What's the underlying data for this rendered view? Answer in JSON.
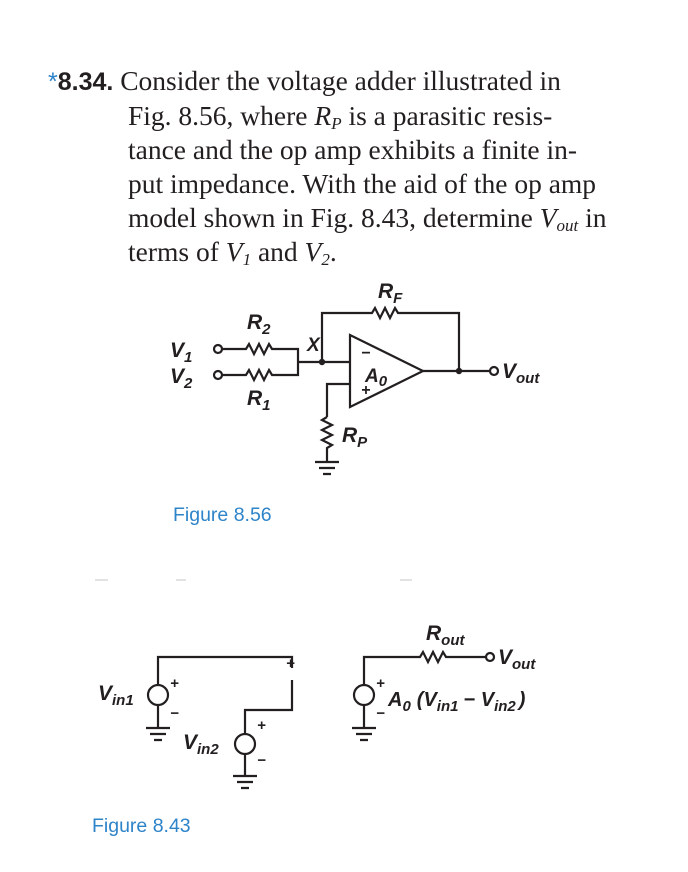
{
  "problem": {
    "number": "8.34.",
    "star": "*",
    "text_before_rp": "Consider the voltage adder illustrated in Fig. 8.56, where",
    "rp_symbol": "R",
    "rp_sub": "P",
    "text_after_rp": "is a parasitic resistance and the op amp exhibits a finite input impedance. With the aid of the op amp model shown in Fig. 8.43, determine",
    "lines": [
      "Consider the voltage adder illustrated in",
      "Fig. 8.56, where",
      "is a parasitic resis-",
      "tance and the op amp exhibits a finite in-",
      "put impedance. With the aid of the op amp",
      "model shown in Fig. 8.43, determine",
      "in",
      "terms of",
      "and",
      "."
    ],
    "vout_symbol": "V",
    "vout_sub": "out",
    "v1_symbol": "V",
    "v1_sub": "1",
    "v2_symbol": "V",
    "v2_sub": "2"
  },
  "fig856": {
    "caption": "Figure 8.56",
    "v1": "V",
    "v1_sub": "1",
    "v2": "V",
    "v2_sub": "2",
    "r2": "R",
    "r2_sub": "2",
    "r1": "R",
    "r1_sub": "1",
    "x": "X",
    "rf": "R",
    "rf_sub": "F",
    "a0": "A",
    "a0_sub": "0",
    "minus": "−",
    "plus": "+",
    "rp": "R",
    "rp_sub": "P",
    "vout": "V",
    "vout_sub": "out"
  },
  "fig843": {
    "caption": "Figure 8.43",
    "vin1": "V",
    "vin1_sub": "in1",
    "vin2": "V",
    "vin2_sub": "in2",
    "plus": "+",
    "minus": "−",
    "rout": "R",
    "rout_sub": "out",
    "vout": "V",
    "vout_sub": "out",
    "gain": "A",
    "gain_sub": "0",
    "gain_expr_open": "(V",
    "gain_expr_in1": "in1",
    "gain_expr_mid": "− V",
    "gain_expr_in2": "in2",
    "gain_expr_close": ")"
  },
  "colors": {
    "accent": "#2e84c9",
    "ink": "#231f20"
  }
}
